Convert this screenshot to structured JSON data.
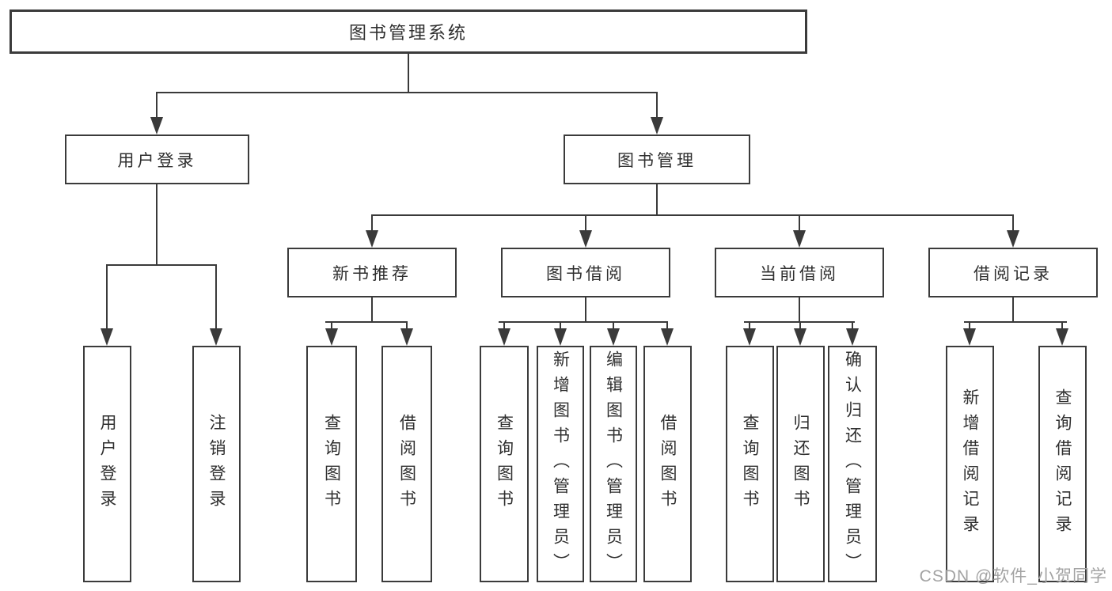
{
  "diagram": {
    "watermark": "CSDN @软件_小贺同学",
    "colors": {
      "line": "#3a3a3a",
      "box_border": "#3b3b3b",
      "box_background": "#ffffff",
      "text": "#2f2f2f",
      "watermark_text": "#a3a3a3",
      "page_background": "#ffffff"
    },
    "tree": {
      "root": {
        "label": "图书管理系统",
        "children": [
          {
            "label": "用户登录",
            "children": [
              {
                "label": "用户登录"
              },
              {
                "label": "注销登录"
              }
            ]
          },
          {
            "label": "图书管理",
            "children": [
              {
                "label": "新书推荐",
                "children": [
                  {
                    "label": "查询图书"
                  },
                  {
                    "label": "借阅图书"
                  }
                ]
              },
              {
                "label": "图书借阅",
                "children": [
                  {
                    "label": "查询图书"
                  },
                  {
                    "label": "新增图书（管理员）"
                  },
                  {
                    "label": "编辑图书（管理员）"
                  },
                  {
                    "label": "借阅图书"
                  }
                ]
              },
              {
                "label": "当前借阅",
                "children": [
                  {
                    "label": "查询图书"
                  },
                  {
                    "label": "归还图书"
                  },
                  {
                    "label": "确认归还（管理员）"
                  }
                ]
              },
              {
                "label": "借阅记录",
                "children": [
                  {
                    "label": "新增借阅记录"
                  },
                  {
                    "label": "查询借阅记录"
                  }
                ]
              }
            ]
          }
        ]
      }
    }
  }
}
